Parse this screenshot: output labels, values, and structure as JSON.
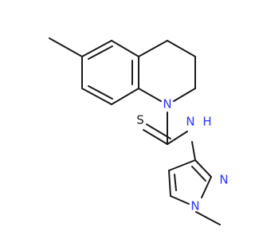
{
  "molecule": {
    "atoms": {
      "n_ring": {
        "element": "N",
        "text": "N"
      },
      "s_thione": {
        "element": "S",
        "text": "S"
      },
      "n_amide": {
        "element": "N",
        "text": "N"
      },
      "h_amide": {
        "element": "H",
        "text": "H"
      },
      "n_pyrazole_2": {
        "element": "N",
        "text": "N"
      },
      "n_pyrazole_1": {
        "element": "N",
        "text": "N"
      }
    },
    "colors": {
      "bond": "#1a1a1a",
      "nitrogen": "#2b35ff",
      "sulfur": "#1a1a1a",
      "background": "#ffffff"
    }
  }
}
